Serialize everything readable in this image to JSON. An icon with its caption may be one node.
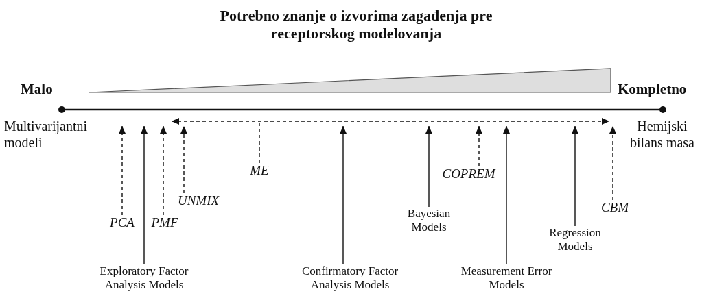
{
  "diagram": {
    "title": "Potrebno znanje o izvorima zagađenja pre receptorskog modelovanja",
    "nodes": [
      {
        "text": [
          "PCA"
        ]
      },
      {
        "text": [
          "Exploratory Factor Analysis Models"
        ]
      },
      {
        "text": [
          "PMF"
        ]
      },
      {
        "text": [
          "UNMIX"
        ]
      },
      {
        "text": [
          "ME"
        ]
      },
      {
        "text": [
          "Confirmatory Factor Analysis Models"
        ]
      },
      {
        "text": [
          "Bayesian Models"
        ]
      },
      {
        "text": [
          "COPREM"
        ]
      },
      {
        "text": [
          "Measurement Error Models"
        ]
      },
      {
        "text": [
          "Regression Models"
        ]
      },
      {
        "text": [
          "CBM"
        ]
      }
    ],
    "edges": [
      {
        "from": 0,
        "to": null,
        "arrow": "to",
        "style": "dashed"
      },
      {
        "from": 1,
        "to": null,
        "arrow": "to"
      },
      {
        "from": 2,
        "to": null,
        "arrow": "to",
        "style": "dashed"
      },
      {
        "from": 3,
        "to": null,
        "arrow": "to",
        "style": "dashed"
      },
      {
        "from": 4,
        "to": null,
        "arrow": "none",
        "style": "dashed"
      },
      {
        "from": 5,
        "to": null,
        "arrow": "to"
      },
      {
        "from": 6,
        "to": null,
        "arrow": "to"
      },
      {
        "from": 7,
        "to": null,
        "arrow": "to",
        "style": "dashed"
      },
      {
        "from": 8,
        "to": null,
        "arrow": "to"
      },
      {
        "from": 9,
        "to": null,
        "arrow": "to"
      },
      {
        "from": 10,
        "to": null,
        "arrow": "to",
        "style": "dashed"
      }
    ],
    "labels": [
      "Malo",
      "Kompletno",
      "Multivarijantni modeli",
      "Hemijski bilans masa"
    ]
  }
}
